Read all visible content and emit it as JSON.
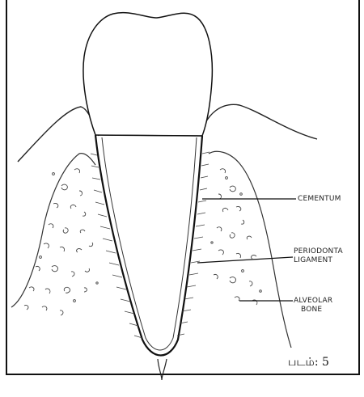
{
  "labels": {
    "cementum": "CEMENTUM",
    "periodontal_line1": "PERIODONTA",
    "periodontal_line2": "LIGAMENT",
    "alveolar_line1": "ALVEOLAR",
    "alveolar_line2": "BONE"
  },
  "caption": "படம்:  5"
}
